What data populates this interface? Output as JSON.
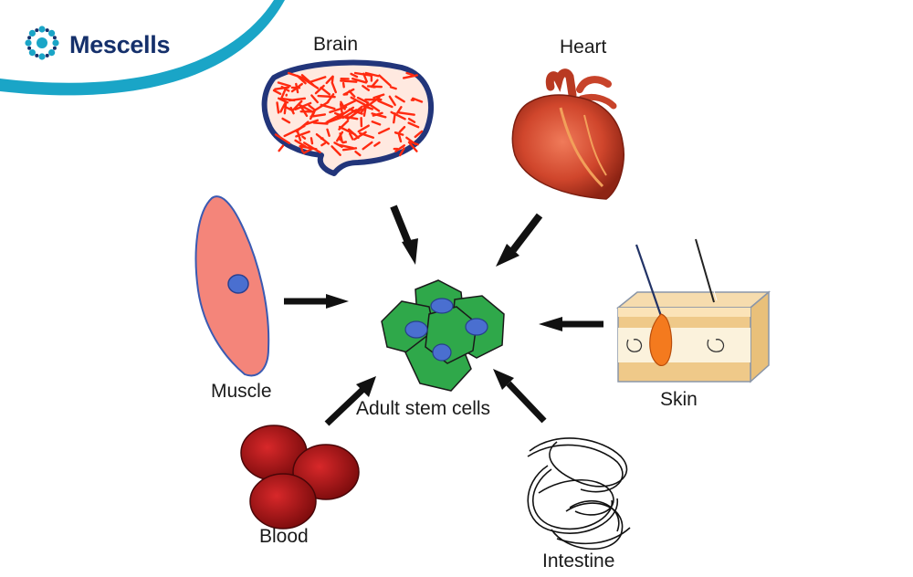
{
  "brand": {
    "name": "Mescells",
    "icon": "cell-cluster-logo-icon"
  },
  "colors": {
    "brand_navy": "#15306b",
    "brand_teal": "#1aa5c7",
    "stem_cell_green": "#2fa84a",
    "nucleus_blue": "#4a6fd0",
    "arrow": "#111111",
    "blood_red": "#a30f12",
    "muscle_pink": "#f4857a",
    "brain_red": "#ff2a10",
    "brain_outline": "#22357a"
  },
  "diagram": {
    "center_label": "Adult stem cells",
    "sources": [
      {
        "key": "brain",
        "label": "Brain"
      },
      {
        "key": "heart",
        "label": "Heart"
      },
      {
        "key": "muscle",
        "label": "Muscle"
      },
      {
        "key": "skin",
        "label": "Skin"
      },
      {
        "key": "blood",
        "label": "Blood"
      },
      {
        "key": "intestine",
        "label": "Intestine"
      }
    ]
  }
}
